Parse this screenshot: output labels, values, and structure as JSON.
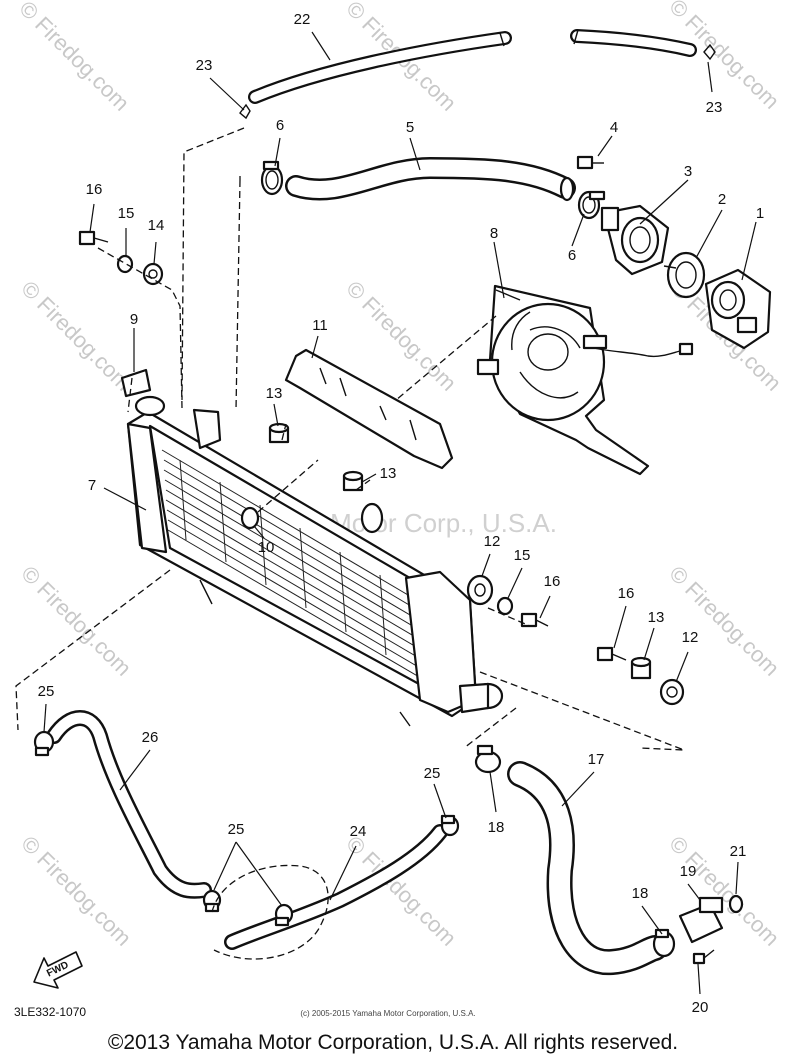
{
  "watermark": {
    "text": "© Firedog.com",
    "center_text": "Yamaha Motor Corp., U.S.A."
  },
  "diagram_code": "3LE332-1070",
  "small_copyright": "(c) 2005-2015 Yamaha Motor Corporation, U.S.A.",
  "footer": "©2013 Yamaha Motor Corporation, U.S.A. All rights reserved.",
  "fwd_label": "FWD",
  "callouts": {
    "c1": "1",
    "c2": "2",
    "c3": "3",
    "c4": "4",
    "c5": "5",
    "c6a": "6",
    "c6b": "6",
    "c7": "7",
    "c8": "8",
    "c9": "9",
    "c10": "10",
    "c11": "11",
    "c12a": "12",
    "c12b": "12",
    "c13a": "13",
    "c13b": "13",
    "c13c": "13",
    "c14": "14",
    "c15a": "15",
    "c15b": "15",
    "c16a": "16",
    "c16b": "16",
    "c16c": "16",
    "c17": "17",
    "c18a": "18",
    "c18b": "18",
    "c19": "19",
    "c20": "20",
    "c21": "21",
    "c22": "22",
    "c23a": "23",
    "c23b": "23",
    "c24": "24",
    "c25a": "25",
    "c25b": "25",
    "c25c": "25",
    "c26": "26"
  }
}
